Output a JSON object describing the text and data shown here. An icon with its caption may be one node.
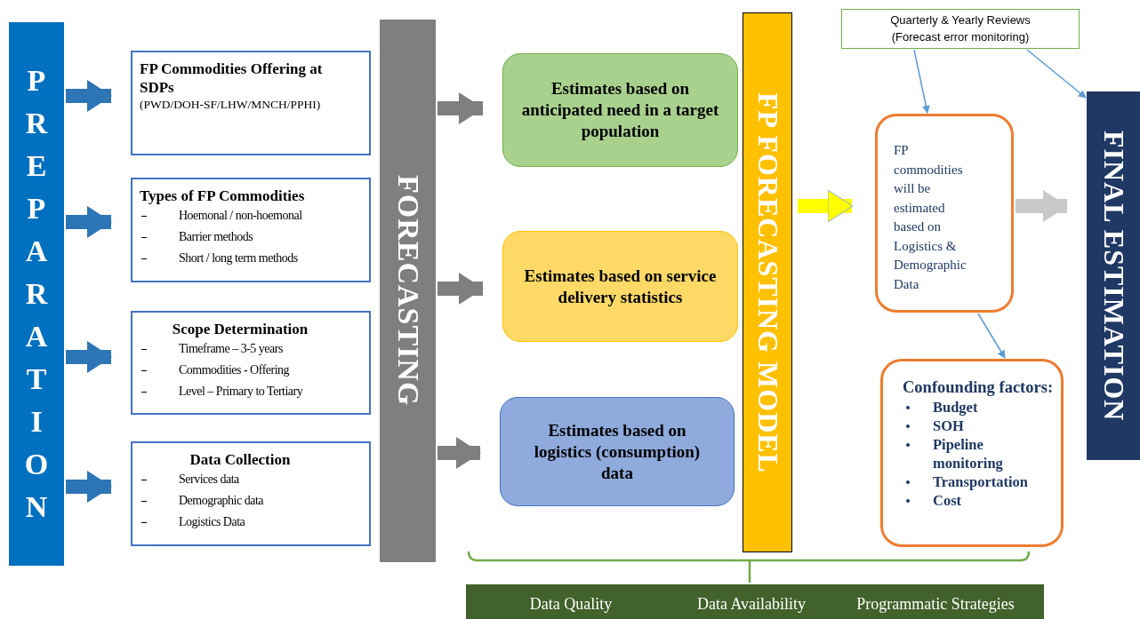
{
  "diagram": {
    "nodes": [
      {
        "text": [
          "PREPARATION"
        ]
      },
      {
        "text": [
          "FP Commodities Offering at SDPs",
          "(PWD/DOH-SF/LHW/MNCH/PPHI)"
        ]
      },
      {
        "text": [
          "Types of FP Commodities",
          "Hoemonal / non-hoemonal",
          "Barrier methods",
          "Short / long term methods"
        ]
      },
      {
        "text": [
          "Scope Determination",
          "Timeframe – 3-5 years",
          "Commodities - Offering",
          "Level – Primary to Tertiary"
        ]
      },
      {
        "text": [
          "Data Collection",
          "Services data",
          "Demographic data",
          "Logistics Data"
        ]
      },
      {
        "text": [
          "FORECASTING"
        ]
      },
      {
        "text": [
          "Estimates based on anticipated need in a target population"
        ]
      },
      {
        "text": [
          "Estimates based on service delivery statistics"
        ]
      },
      {
        "text": [
          "Estimates based on logistics (consumption) data"
        ]
      },
      {
        "text": [
          "FP FORECASTING MODEL"
        ]
      },
      {
        "text": [
          "Quarterly & Yearly Reviews (Forecast error monitoring)"
        ]
      },
      {
        "text": [
          "FP commodities will be estimated based on Logistics & Demographic Data"
        ]
      },
      {
        "text": [
          "Confounding factors:",
          "Budget",
          "SOH",
          "Pipeline monitoring",
          "Transportation",
          "Cost"
        ]
      },
      {
        "text": [
          "FINAL ESTIMATION"
        ]
      },
      {
        "text": [
          "Data Quality"
        ]
      },
      {
        "text": [
          "Data Availability"
        ]
      },
      {
        "text": [
          "Programmatic Strategies"
        ]
      }
    ],
    "edges": [
      {
        "from": 0,
        "to": 1,
        "arrow": "to",
        "color": "#2e75b6"
      },
      {
        "from": 0,
        "to": 2,
        "arrow": "to",
        "color": "#2e75b6"
      },
      {
        "from": 0,
        "to": 3,
        "arrow": "to",
        "color": "#2e75b6"
      },
      {
        "from": 0,
        "to": 4,
        "arrow": "to",
        "color": "#2e75b6"
      },
      {
        "from": 5,
        "to": 6,
        "arrow": "to",
        "color": "#7f7f7f"
      },
      {
        "from": 5,
        "to": 7,
        "arrow": "to",
        "color": "#7f7f7f"
      },
      {
        "from": 5,
        "to": 8,
        "arrow": "to",
        "color": "#7f7f7f"
      },
      {
        "from": 9,
        "to": 11,
        "arrow": "to",
        "color": "#ffff00"
      },
      {
        "from": 11,
        "to": 13,
        "arrow": "to",
        "color": "#c9c9c9"
      },
      {
        "from": 10,
        "to": 11,
        "arrow": "to",
        "color": "#5b9bd5"
      },
      {
        "from": 10,
        "to": 13,
        "arrow": "to",
        "color": "#5b9bd5"
      },
      {
        "from": 11,
        "to": 12,
        "arrow": "to",
        "color": "#5b9bd5"
      }
    ]
  }
}
